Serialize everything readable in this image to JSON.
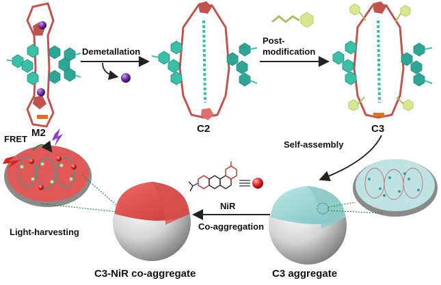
{
  "molecules": {
    "m2": "M2",
    "c2": "C2",
    "c3": "C3"
  },
  "steps": {
    "demetallation": "Demetallation",
    "post_mod_line1": "Post-",
    "post_mod_line2": "modification",
    "self_assembly": "Self-assembly",
    "nir": "NiR",
    "co_aggregation": "Co-aggregation"
  },
  "aggregates": {
    "c3_aggregate": "C3 aggregate",
    "c3_nir_coaggregate": "C3-NiR co-aggregate",
    "light_harvesting": "Light-harvesting",
    "fret": "FRET"
  },
  "colors": {
    "teal": "#3bbfa8",
    "teal_dark": "#1f8f7d",
    "red_frame": "#c0534e",
    "metal_purple": "#6a2a9a",
    "dye_red": "#e8504a",
    "sphere_gray": "#c9c9c9",
    "cyan_core": "#9fd6d6",
    "modifier_green": "#c8df7a"
  },
  "icons": {
    "metal_ion": "purple-sphere-icon",
    "nir_dye": "red-sphere-icon",
    "light": "lightning-icon"
  }
}
